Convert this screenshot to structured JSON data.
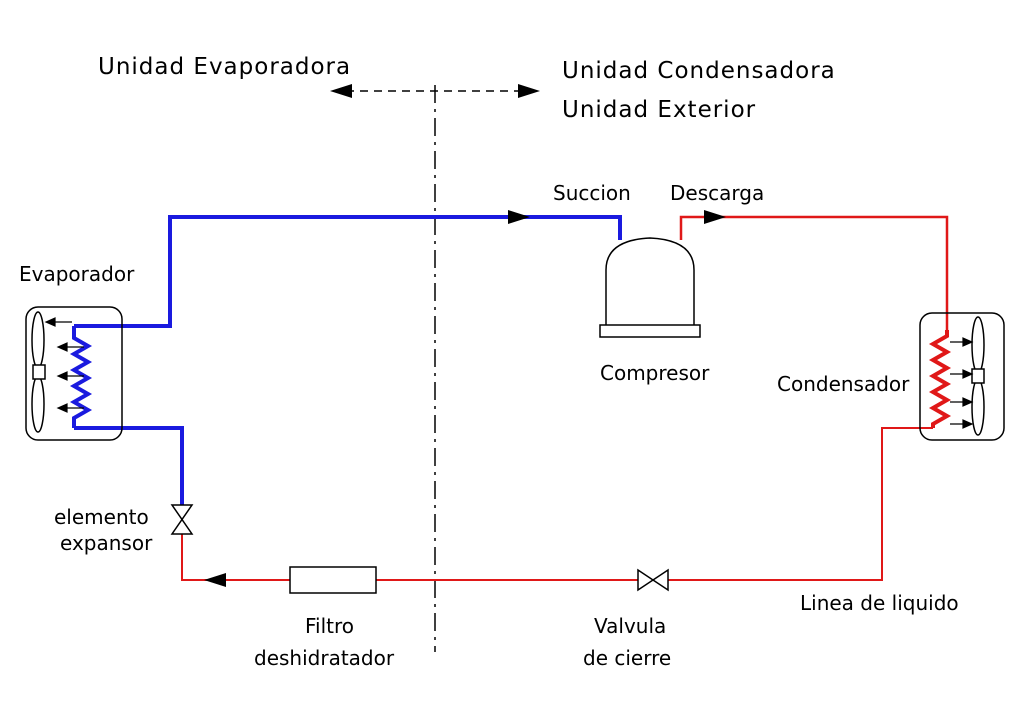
{
  "labels": {
    "indoor_unit": "Unidad Evaporadora",
    "outdoor_unit_line1": "Unidad Condensadora",
    "outdoor_unit_line2": "Unidad Exterior",
    "suction": "Succion",
    "discharge": "Descarga",
    "evaporator": "Evaporador",
    "compressor": "Compresor",
    "condenser": "Condensador",
    "expansion_line1": "elemento",
    "expansion_line2": "expansor",
    "filter_line1": "Filtro",
    "filter_line2": "deshidratador",
    "valve_line1": "Valvula",
    "valve_line2": "de cierre",
    "liquid_line": "Linea de liquido"
  },
  "colors": {
    "suction_line": "#1a1adf",
    "discharge_line": "#e01818",
    "liquid_line": "#e01818",
    "outline": "#000000"
  },
  "icons": {
    "evaporator_fan": "fan-icon",
    "condenser_fan": "fan-icon",
    "compressor": "compressor-icon",
    "expansion_valve": "bowtie-valve-icon",
    "shutoff_valve": "bowtie-valve-icon",
    "filter_drier": "filter-icon"
  }
}
